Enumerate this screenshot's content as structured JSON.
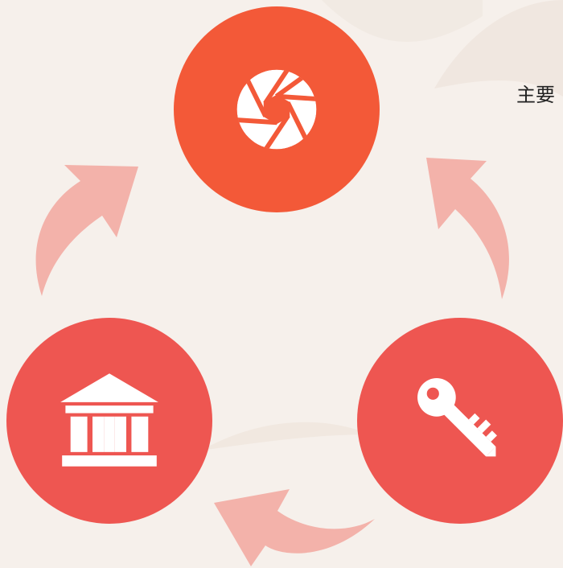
{
  "colors": {
    "background": "#f6f0eb",
    "node_top": "#f35938",
    "node_bottom": "#ee5651",
    "arrow": "#f3b2aa",
    "icon": "#ffffff"
  },
  "nodes": [
    {
      "id": "top",
      "icon": "aperture-icon"
    },
    {
      "id": "left",
      "icon": "bank-icon"
    },
    {
      "id": "right",
      "icon": "key-icon"
    }
  ],
  "arrows": [
    {
      "from": "left",
      "to": "top"
    },
    {
      "from": "right",
      "to": "top"
    },
    {
      "from": "right",
      "to": "left"
    }
  ],
  "side_label": "主要"
}
